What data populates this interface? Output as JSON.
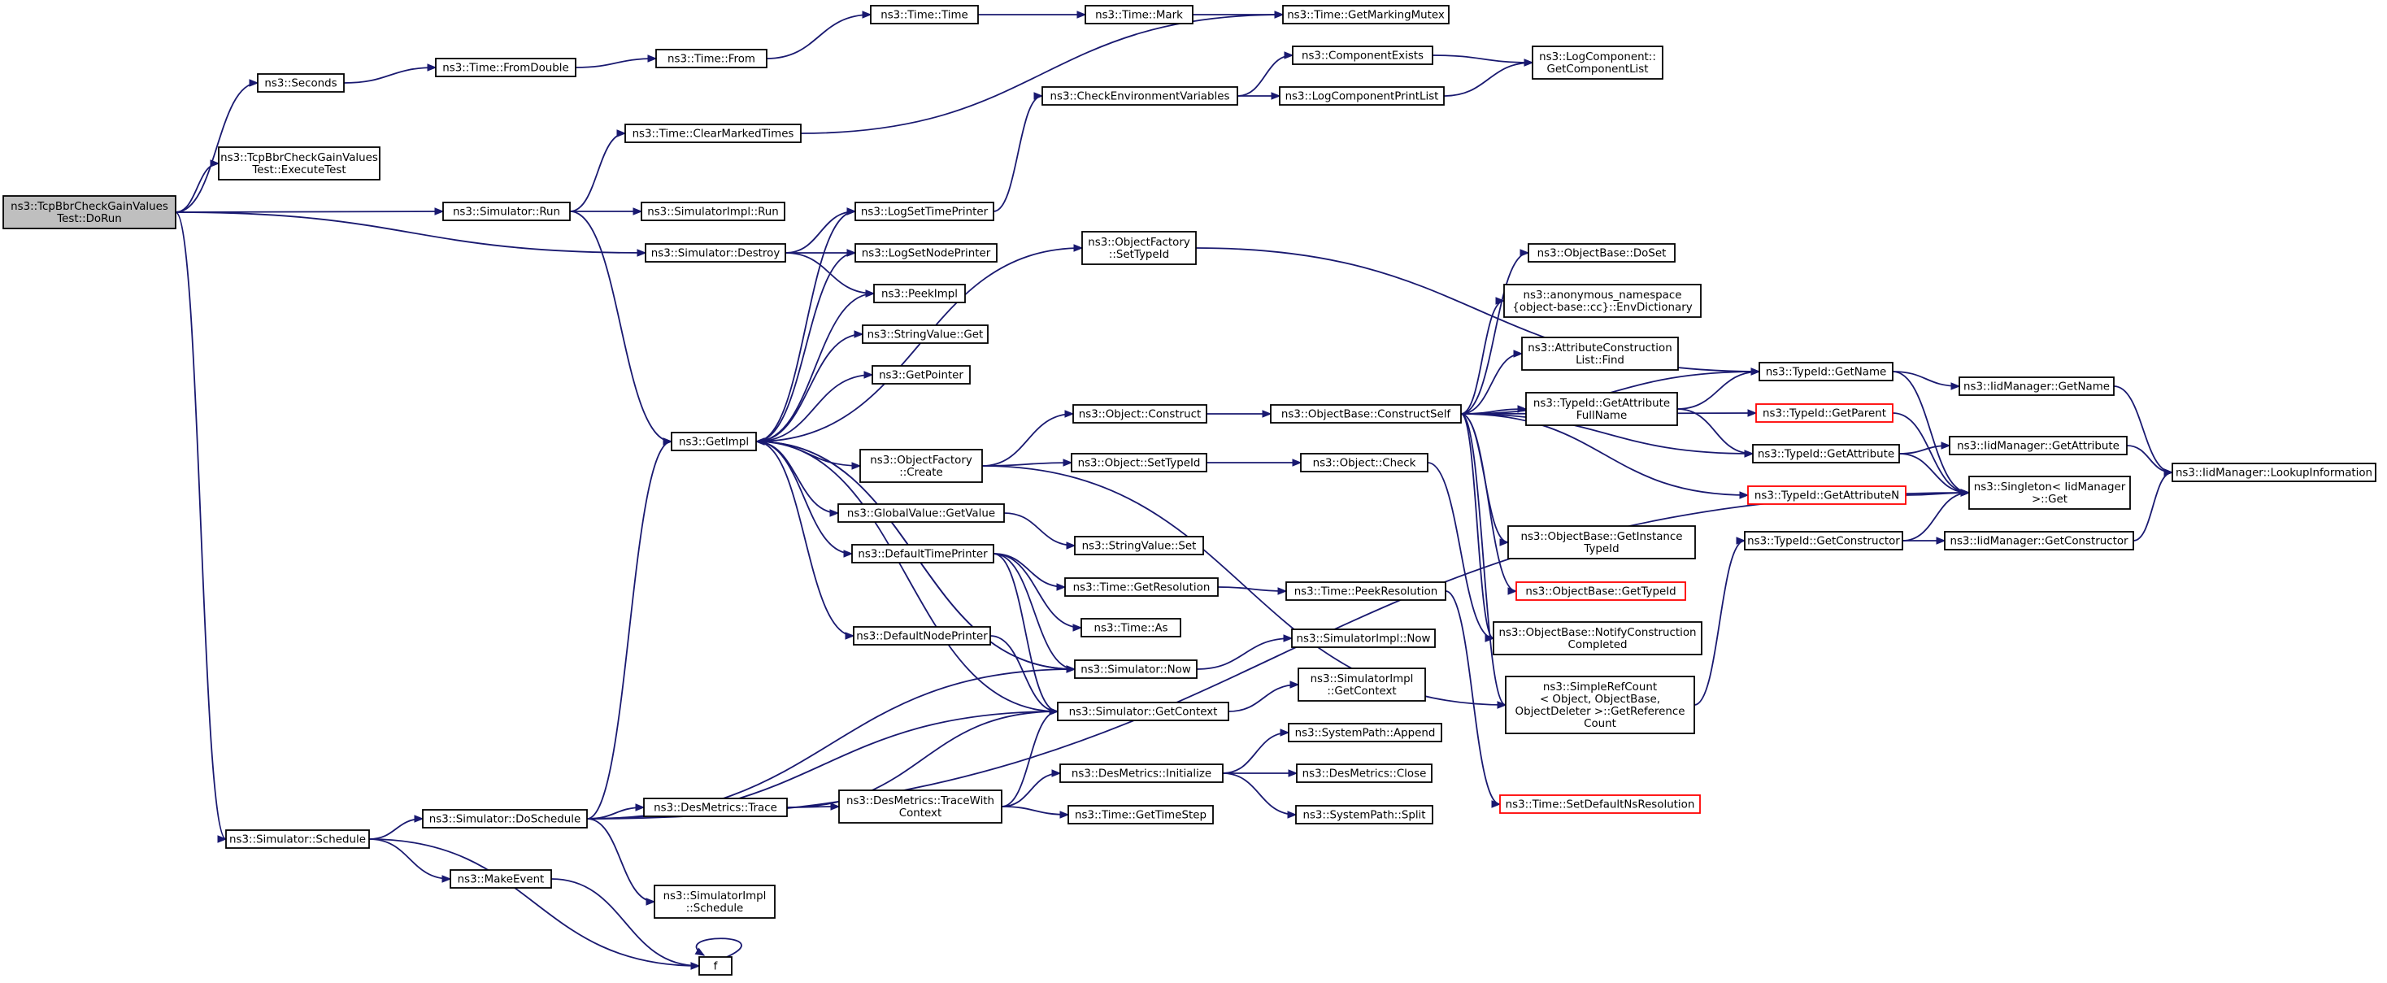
{
  "graph": {
    "colors": {
      "edge": "#191970",
      "node_border": "#000000",
      "root_fill": "#bfbfbf",
      "truncated_border": "#ff0000"
    },
    "nodes": [
      {
        "id": "dorun",
        "lines": [
          "ns3::TcpBbrCheckGainValues",
          "Test::DoRun"
        ],
        "root": true
      },
      {
        "id": "seconds",
        "lines": [
          "ns3::Seconds"
        ]
      },
      {
        "id": "executetest",
        "lines": [
          "ns3::TcpBbrCheckGainValues",
          "Test::ExecuteTest"
        ]
      },
      {
        "id": "run",
        "lines": [
          "ns3::Simulator::Run"
        ]
      },
      {
        "id": "schedule",
        "lines": [
          "ns3::Simulator::Schedule"
        ]
      },
      {
        "id": "fromdouble",
        "lines": [
          "ns3::Time::FromDouble"
        ]
      },
      {
        "id": "clearmarked",
        "lines": [
          "ns3::Time::ClearMarkedTimes"
        ]
      },
      {
        "id": "implrun",
        "lines": [
          "ns3::SimulatorImpl::Run"
        ]
      },
      {
        "id": "destroy",
        "lines": [
          "ns3::Simulator::Destroy"
        ]
      },
      {
        "id": "getimpl",
        "lines": [
          "ns3::GetImpl"
        ]
      },
      {
        "id": "doschedule",
        "lines": [
          "ns3::Simulator::DoSchedule"
        ]
      },
      {
        "id": "makeevent",
        "lines": [
          "ns3::MakeEvent"
        ]
      },
      {
        "id": "f",
        "lines": [
          "f"
        ]
      },
      {
        "id": "timefrom",
        "lines": [
          "ns3::Time::From"
        ]
      },
      {
        "id": "timetime",
        "lines": [
          "ns3::Time::Time"
        ]
      },
      {
        "id": "mark",
        "lines": [
          "ns3::Time::Mark"
        ]
      },
      {
        "id": "mutex",
        "lines": [
          "ns3::Time::GetMarkingMutex"
        ]
      },
      {
        "id": "logsettime",
        "lines": [
          "ns3::LogSetTimePrinter"
        ]
      },
      {
        "id": "logsetnode",
        "lines": [
          "ns3::LogSetNodePrinter"
        ]
      },
      {
        "id": "peekimpl",
        "lines": [
          "ns3::PeekImpl"
        ]
      },
      {
        "id": "strget",
        "lines": [
          "ns3::StringValue::Get"
        ]
      },
      {
        "id": "getpointer",
        "lines": [
          "ns3::GetPointer"
        ]
      },
      {
        "id": "ofcreate",
        "lines": [
          "ns3::ObjectFactory",
          "::Create"
        ]
      },
      {
        "id": "gvget",
        "lines": [
          "ns3::GlobalValue::GetValue"
        ]
      },
      {
        "id": "dtp",
        "lines": [
          "ns3::DefaultTimePrinter"
        ]
      },
      {
        "id": "dnp",
        "lines": [
          "ns3::DefaultNodePrinter"
        ]
      },
      {
        "id": "dmtrace",
        "lines": [
          "ns3::DesMetrics::Trace"
        ]
      },
      {
        "id": "dmtracewith",
        "lines": [
          "ns3::DesMetrics::TraceWith",
          "Context"
        ]
      },
      {
        "id": "implschedule",
        "lines": [
          "ns3::SimulatorImpl",
          "::Schedule"
        ]
      },
      {
        "id": "checkenv",
        "lines": [
          "ns3::CheckEnvironmentVariables"
        ]
      },
      {
        "id": "ofsettypeid",
        "lines": [
          "ns3::ObjectFactory",
          "::SetTypeId"
        ]
      },
      {
        "id": "objconstruct",
        "lines": [
          "ns3::Object::Construct"
        ]
      },
      {
        "id": "objsettypeid",
        "lines": [
          "ns3::Object::SetTypeId"
        ]
      },
      {
        "id": "strset",
        "lines": [
          "ns3::StringValue::Set"
        ]
      },
      {
        "id": "getres",
        "lines": [
          "ns3::Time::GetResolution"
        ]
      },
      {
        "id": "timeas",
        "lines": [
          "ns3::Time::As"
        ]
      },
      {
        "id": "simnow",
        "lines": [
          "ns3::Simulator::Now"
        ]
      },
      {
        "id": "simgetctx",
        "lines": [
          "ns3::Simulator::GetContext"
        ]
      },
      {
        "id": "dminit",
        "lines": [
          "ns3::DesMetrics::Initialize"
        ]
      },
      {
        "id": "gettimestep",
        "lines": [
          "ns3::Time::GetTimeStep"
        ]
      },
      {
        "id": "compexists",
        "lines": [
          "ns3::ComponentExists"
        ]
      },
      {
        "id": "logcompprint",
        "lines": [
          "ns3::LogComponentPrintList"
        ]
      },
      {
        "id": "logcompget",
        "lines": [
          "ns3::LogComponent::",
          "GetComponentList"
        ]
      },
      {
        "id": "constructself",
        "lines": [
          "ns3::ObjectBase::ConstructSelf"
        ]
      },
      {
        "id": "objcheck",
        "lines": [
          "ns3::Object::Check"
        ]
      },
      {
        "id": "peekres",
        "lines": [
          "ns3::Time::PeekResolution"
        ]
      },
      {
        "id": "implnow",
        "lines": [
          "ns3::SimulatorImpl::Now"
        ]
      },
      {
        "id": "implgetctx",
        "lines": [
          "ns3::SimulatorImpl",
          "::GetContext"
        ]
      },
      {
        "id": "sysappend",
        "lines": [
          "ns3::SystemPath::Append"
        ]
      },
      {
        "id": "dmclose",
        "lines": [
          "ns3::DesMetrics::Close"
        ]
      },
      {
        "id": "syssplit",
        "lines": [
          "ns3::SystemPath::Split"
        ]
      },
      {
        "id": "doset",
        "lines": [
          "ns3::ObjectBase::DoSet"
        ]
      },
      {
        "id": "envdict",
        "lines": [
          "ns3::anonymous_namespace",
          "{object-base::cc}::EnvDictionary"
        ]
      },
      {
        "id": "acfind",
        "lines": [
          "ns3::AttributeConstruction",
          "List::Find"
        ]
      },
      {
        "id": "getattrfull",
        "lines": [
          "ns3::TypeId::GetAttribute",
          "FullName"
        ]
      },
      {
        "id": "getinstance",
        "lines": [
          "ns3::ObjectBase::GetInstance",
          "TypeId"
        ]
      },
      {
        "id": "getobjtypeid",
        "lines": [
          "ns3::ObjectBase::GetTypeId"
        ],
        "truncated": true
      },
      {
        "id": "notifyconstr",
        "lines": [
          "ns3::ObjectBase::NotifyConstruction",
          "Completed"
        ]
      },
      {
        "id": "simplerefcount",
        "lines": [
          "ns3::SimpleRefCount",
          "< Object, ObjectBase,",
          "ObjectDeleter >::GetReference",
          "Count"
        ]
      },
      {
        "id": "setdefaultns",
        "lines": [
          "ns3::Time::SetDefaultNsResolution"
        ],
        "truncated": true
      },
      {
        "id": "tidgetname",
        "lines": [
          "ns3::TypeId::GetName"
        ]
      },
      {
        "id": "tidgetparent",
        "lines": [
          "ns3::TypeId::GetParent"
        ],
        "truncated": true
      },
      {
        "id": "tidgetattr",
        "lines": [
          "ns3::TypeId::GetAttribute"
        ]
      },
      {
        "id": "tidgetattrn",
        "lines": [
          "ns3::TypeId::GetAttributeN"
        ],
        "truncated": true
      },
      {
        "id": "tidgetctor",
        "lines": [
          "ns3::TypeId::GetConstructor"
        ]
      },
      {
        "id": "iidgetname",
        "lines": [
          "ns3::IidManager::GetName"
        ]
      },
      {
        "id": "iidgetattr",
        "lines": [
          "ns3::IidManager::GetAttribute"
        ]
      },
      {
        "id": "singleton",
        "lines": [
          "ns3::Singleton< IidManager",
          " >::Get"
        ]
      },
      {
        "id": "iidgetctor",
        "lines": [
          "ns3::IidManager::GetConstructor"
        ]
      },
      {
        "id": "lookupinfo",
        "lines": [
          "ns3::IidManager::LookupInformation"
        ]
      }
    ],
    "edges": [
      [
        "dorun",
        "seconds"
      ],
      [
        "dorun",
        "executetest"
      ],
      [
        "dorun",
        "run"
      ],
      [
        "dorun",
        "destroy"
      ],
      [
        "dorun",
        "schedule"
      ],
      [
        "seconds",
        "fromdouble"
      ],
      [
        "fromdouble",
        "timefrom"
      ],
      [
        "timefrom",
        "timetime"
      ],
      [
        "timetime",
        "mark"
      ],
      [
        "mark",
        "mutex"
      ],
      [
        "run",
        "clearmarked"
      ],
      [
        "run",
        "implrun"
      ],
      [
        "run",
        "getimpl"
      ],
      [
        "clearmarked",
        "mutex"
      ],
      [
        "destroy",
        "logsettime"
      ],
      [
        "destroy",
        "logsetnode"
      ],
      [
        "destroy",
        "peekimpl"
      ],
      [
        "getimpl",
        "logsettime"
      ],
      [
        "getimpl",
        "logsetnode"
      ],
      [
        "getimpl",
        "peekimpl"
      ],
      [
        "getimpl",
        "strget"
      ],
      [
        "getimpl",
        "getpointer"
      ],
      [
        "getimpl",
        "ofcreate"
      ],
      [
        "getimpl",
        "gvget"
      ],
      [
        "getimpl",
        "dtp"
      ],
      [
        "getimpl",
        "dnp"
      ],
      [
        "getimpl",
        "simnow"
      ],
      [
        "getimpl",
        "ofsettypeid"
      ],
      [
        "logsettime",
        "checkenv"
      ],
      [
        "checkenv",
        "compexists"
      ],
      [
        "checkenv",
        "logcompprint"
      ],
      [
        "compexists",
        "logcompget"
      ],
      [
        "logcompprint",
        "logcompget"
      ],
      [
        "ofsettypeid",
        "tidgetname"
      ],
      [
        "ofcreate",
        "objconstruct"
      ],
      [
        "ofcreate",
        "objsettypeid"
      ],
      [
        "ofcreate",
        "simplerefcount"
      ],
      [
        "objconstruct",
        "constructself"
      ],
      [
        "objsettypeid",
        "objcheck"
      ],
      [
        "objcheck",
        "notifyconstr"
      ],
      [
        "gvget",
        "strset"
      ],
      [
        "dtp",
        "getres"
      ],
      [
        "dtp",
        "timeas"
      ],
      [
        "dtp",
        "simnow"
      ],
      [
        "dtp",
        "simgetctx"
      ],
      [
        "getres",
        "peekres"
      ],
      [
        "peekres",
        "setdefaultns"
      ],
      [
        "dnp",
        "simgetctx"
      ],
      [
        "simnow",
        "implnow"
      ],
      [
        "simgetctx",
        "implgetctx"
      ],
      [
        "simgetctx",
        "getimpl"
      ],
      [
        "simnow",
        "getimpl"
      ],
      [
        "schedule",
        "doschedule"
      ],
      [
        "schedule",
        "makeevent"
      ],
      [
        "schedule",
        "f"
      ],
      [
        "makeevent",
        "f"
      ],
      [
        "f",
        "f"
      ],
      [
        "doschedule",
        "getimpl"
      ],
      [
        "doschedule",
        "dmtrace"
      ],
      [
        "doschedule",
        "implschedule"
      ],
      [
        "doschedule",
        "simnow"
      ],
      [
        "doschedule",
        "simgetctx"
      ],
      [
        "doschedule",
        "singleton"
      ],
      [
        "dmtrace",
        "dmtracewith"
      ],
      [
        "dmtrace",
        "simgetctx"
      ],
      [
        "dmtracewith",
        "dminit"
      ],
      [
        "dmtracewith",
        "gettimestep"
      ],
      [
        "dmtracewith",
        "simgetctx"
      ],
      [
        "dminit",
        "sysappend"
      ],
      [
        "dminit",
        "dmclose"
      ],
      [
        "dminit",
        "syssplit"
      ],
      [
        "constructself",
        "doset"
      ],
      [
        "constructself",
        "envdict"
      ],
      [
        "constructself",
        "acfind"
      ],
      [
        "constructself",
        "getattrfull"
      ],
      [
        "constructself",
        "getinstance"
      ],
      [
        "constructself",
        "getobjtypeid"
      ],
      [
        "constructself",
        "notifyconstr"
      ],
      [
        "constructself",
        "simplerefcount"
      ],
      [
        "constructself",
        "tidgetname"
      ],
      [
        "constructself",
        "tidgetparent"
      ],
      [
        "constructself",
        "tidgetattr"
      ],
      [
        "constructself",
        "tidgetattrn"
      ],
      [
        "getattrfull",
        "tidgetname"
      ],
      [
        "getattrfull",
        "tidgetattr"
      ],
      [
        "tidgetname",
        "iidgetname"
      ],
      [
        "tidgetname",
        "singleton"
      ],
      [
        "tidgetparent",
        "singleton"
      ],
      [
        "tidgetattr",
        "iidgetattr"
      ],
      [
        "tidgetattr",
        "singleton"
      ],
      [
        "tidgetattrn",
        "singleton"
      ],
      [
        "tidgetctor",
        "iidgetctor"
      ],
      [
        "tidgetctor",
        "singleton"
      ],
      [
        "simplerefcount",
        "tidgetctor"
      ],
      [
        "iidgetname",
        "lookupinfo"
      ],
      [
        "iidgetattr",
        "lookupinfo"
      ],
      [
        "iidgetctor",
        "lookupinfo"
      ]
    ]
  }
}
